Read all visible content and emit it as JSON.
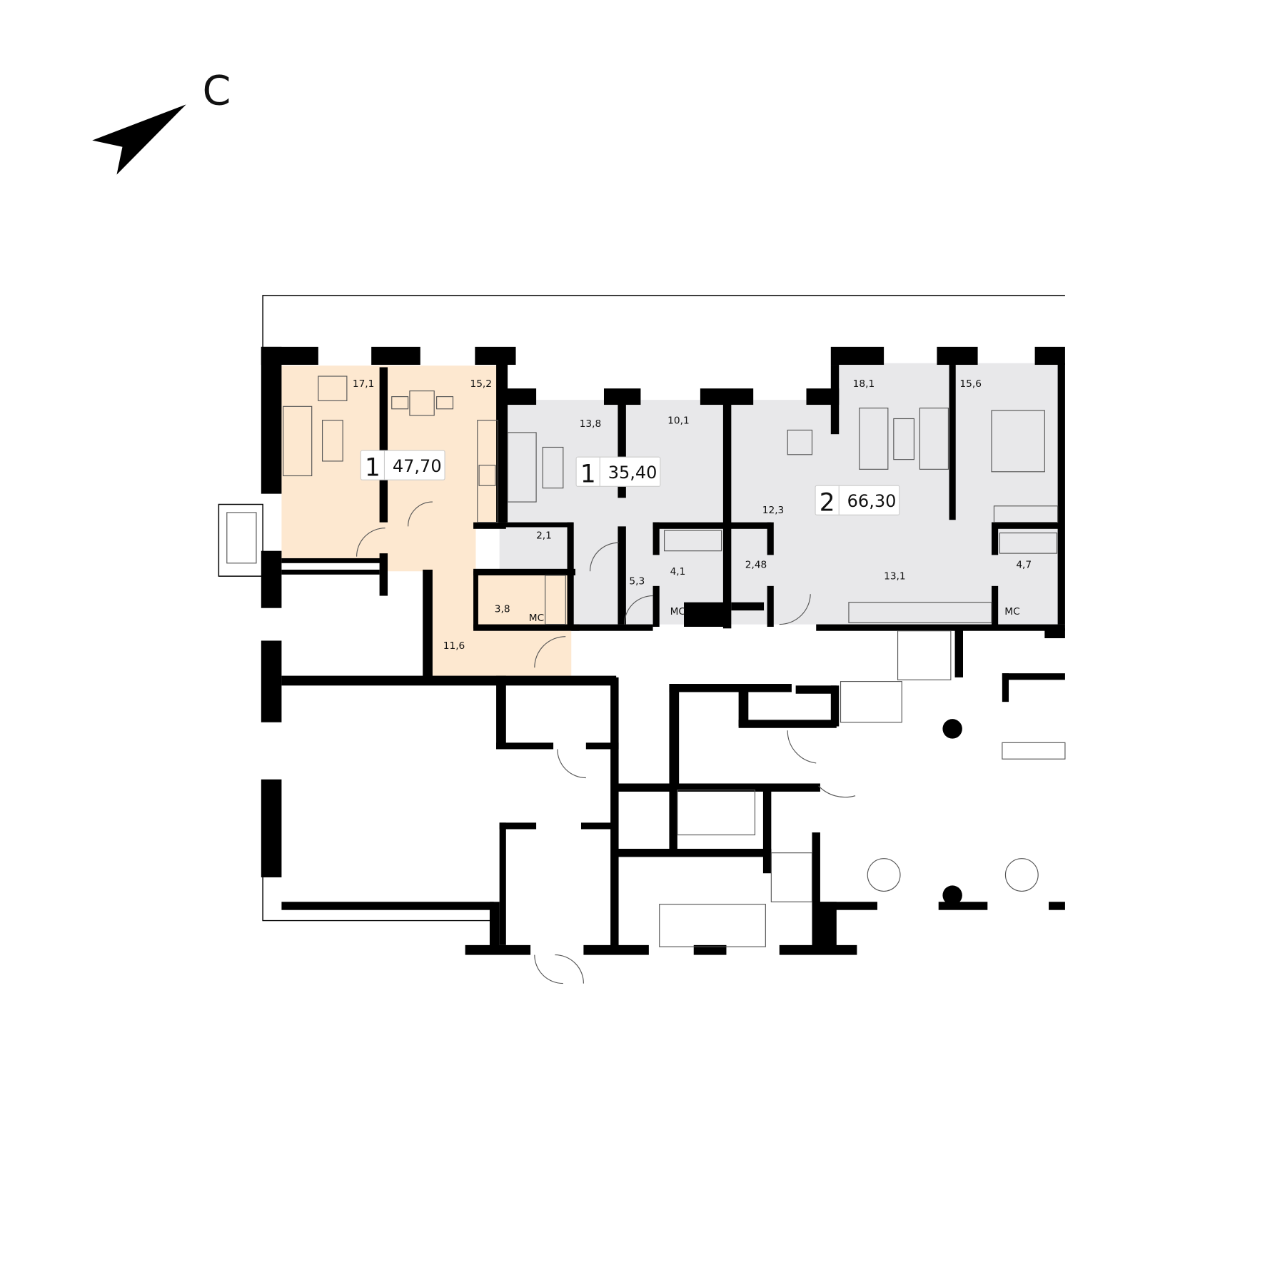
{
  "compass": {
    "letter": "С",
    "icon": "north-arrow-icon"
  },
  "colors": {
    "selected_apartment": "#fde8d0",
    "other_apartments": "#e8e8ea",
    "walls": "#000000"
  },
  "apartments": [
    {
      "rooms": "1",
      "area": "47,70",
      "selected": true
    },
    {
      "rooms": "1",
      "area": "35,40",
      "selected": false
    },
    {
      "rooms": "2",
      "area": "66,30",
      "selected": false
    }
  ],
  "room_areas": {
    "a1_living": "17,1",
    "a1_kitchen": "15,2",
    "a1_hall": "11,6",
    "a1_bath": "3,8",
    "a2_storage": "2,1",
    "a2_living": "13,8",
    "a2_kitchen": "10,1",
    "a2_hall": "5,3",
    "a2_bath": "4,1",
    "a3_wc": "2,48",
    "a3_kitchen": "12,3",
    "a3_living": "18,1",
    "a3_bedroom": "15,6",
    "a3_hall": "13,1",
    "a3_bath": "4,7"
  },
  "labels": {
    "mc": "МС"
  }
}
